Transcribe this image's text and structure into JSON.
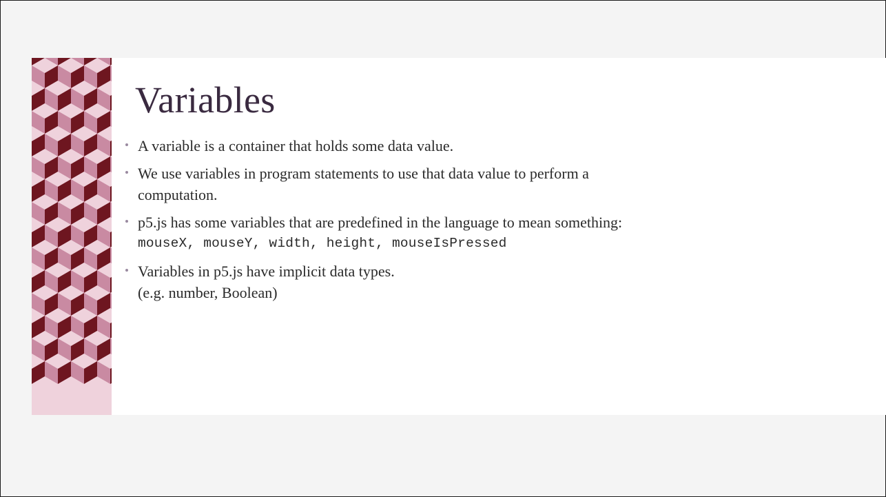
{
  "slide": {
    "title": "Variables",
    "bullets": [
      {
        "lines": [
          "A variable is a container that holds some data value."
        ]
      },
      {
        "lines": [
          "We use variables in program statements to use that data value to perform a",
          "computation."
        ]
      },
      {
        "lines": [
          "p5.js has some variables that are predefined in the language to mean something:"
        ],
        "code": "mouseX, mouseY, width, height, mouseIsPressed"
      },
      {
        "lines": [
          "Variables in p5.js have implicit data types.",
          "(e.g. number, Boolean)"
        ]
      }
    ]
  },
  "colors": {
    "frame_background": "#f4f4f4",
    "content_background": "#ffffff",
    "title_color": "#3a2a40",
    "pattern_dark": "#6e1620",
    "pattern_mid": "#c98aa2",
    "pattern_light": "#efd2dc"
  },
  "icons": {
    "bullet": "bullet-dot",
    "decoration": "cube-pattern-strip"
  }
}
